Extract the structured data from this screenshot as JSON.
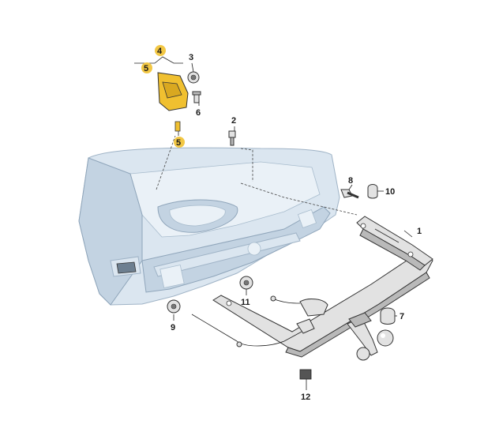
{
  "callouts": [
    {
      "id": "1",
      "text": "1",
      "highlight": false
    },
    {
      "id": "2",
      "text": "2",
      "highlight": false
    },
    {
      "id": "3",
      "text": "3",
      "highlight": false
    },
    {
      "id": "4",
      "text": "4",
      "highlight": true
    },
    {
      "id": "5a",
      "text": "5",
      "highlight": true
    },
    {
      "id": "5b",
      "text": "5",
      "highlight": true
    },
    {
      "id": "6",
      "text": "6",
      "highlight": false
    },
    {
      "id": "7",
      "text": "7",
      "highlight": false
    },
    {
      "id": "8",
      "text": "8",
      "highlight": false
    },
    {
      "id": "9",
      "text": "9",
      "highlight": false
    },
    {
      "id": "10",
      "text": "10",
      "highlight": false
    },
    {
      "id": "11",
      "text": "11",
      "highlight": false
    },
    {
      "id": "12",
      "text": "12",
      "highlight": false
    }
  ],
  "colors": {
    "highlight": "#f2c744",
    "bracket": "#f0c030",
    "car_body": "#dbe6f0",
    "line": "#333333"
  }
}
